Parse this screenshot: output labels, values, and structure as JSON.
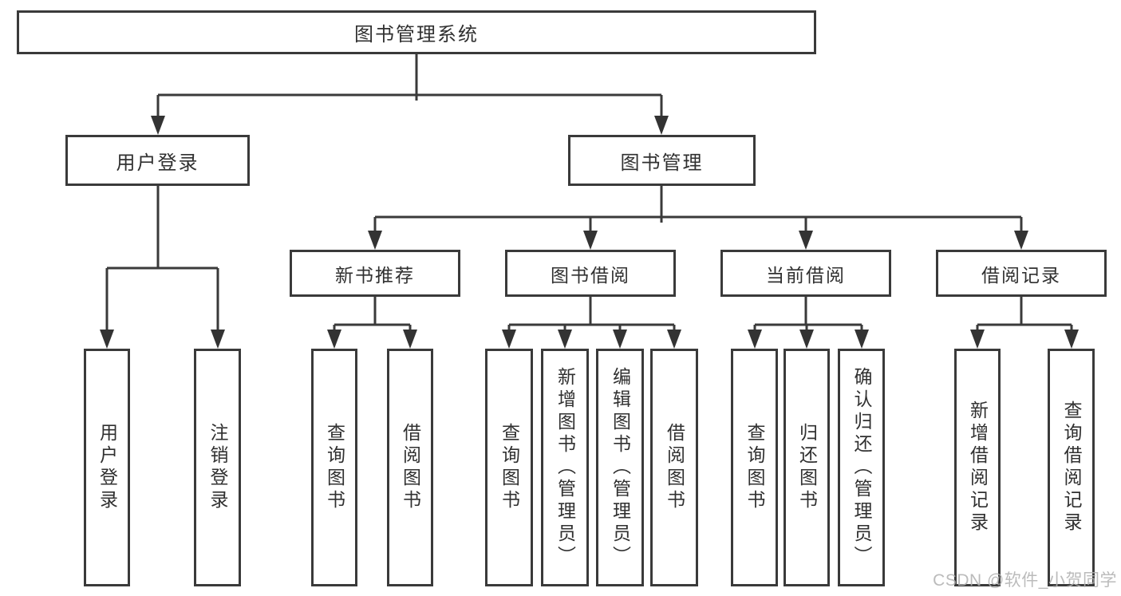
{
  "tree": {
    "root": "图书管理系统",
    "branches": [
      {
        "label": "用户登录",
        "children": [
          "用户登录",
          "注销登录"
        ]
      },
      {
        "label": "图书管理",
        "sub": [
          {
            "label": "新书推荐",
            "children": [
              "查询图书",
              "借阅图书"
            ]
          },
          {
            "label": "图书借阅",
            "children": [
              "查询图书",
              "新增图书（管理员）",
              "编辑图书（管理员）",
              "借阅图书"
            ]
          },
          {
            "label": "当前借阅",
            "children": [
              "查询图书",
              "归还图书",
              "确认归还（管理员）"
            ]
          },
          {
            "label": "借阅记录",
            "children": [
              "新增借阅记录",
              "查询借阅记录"
            ]
          }
        ]
      }
    ]
  },
  "watermark": {
    "text": "CSDN @软件_小贺同学"
  },
  "colors": {
    "line": "#3a3a3a",
    "arrow": "#333333",
    "box_border": "#3a3a3a",
    "text": "#303030",
    "watermark": "#b2b2b2",
    "background": "#ffffff"
  }
}
